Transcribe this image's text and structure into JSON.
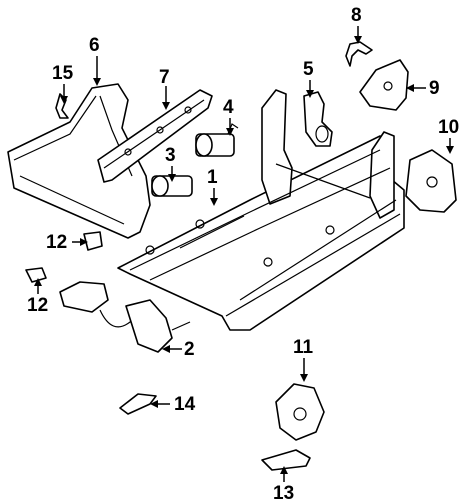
{
  "diagram": {
    "callouts": [
      {
        "id": "c1",
        "label": "1"
      },
      {
        "id": "c2",
        "label": "2"
      },
      {
        "id": "c3",
        "label": "3"
      },
      {
        "id": "c4",
        "label": "4"
      },
      {
        "id": "c5",
        "label": "5"
      },
      {
        "id": "c6",
        "label": "6"
      },
      {
        "id": "c7",
        "label": "7"
      },
      {
        "id": "c8",
        "label": "8"
      },
      {
        "id": "c9",
        "label": "9"
      },
      {
        "id": "c10",
        "label": "10"
      },
      {
        "id": "c11",
        "label": "11"
      },
      {
        "id": "c12a",
        "label": "12"
      },
      {
        "id": "c12b",
        "label": "12"
      },
      {
        "id": "c13",
        "label": "13"
      },
      {
        "id": "c14",
        "label": "14"
      },
      {
        "id": "c15",
        "label": "15"
      }
    ]
  }
}
